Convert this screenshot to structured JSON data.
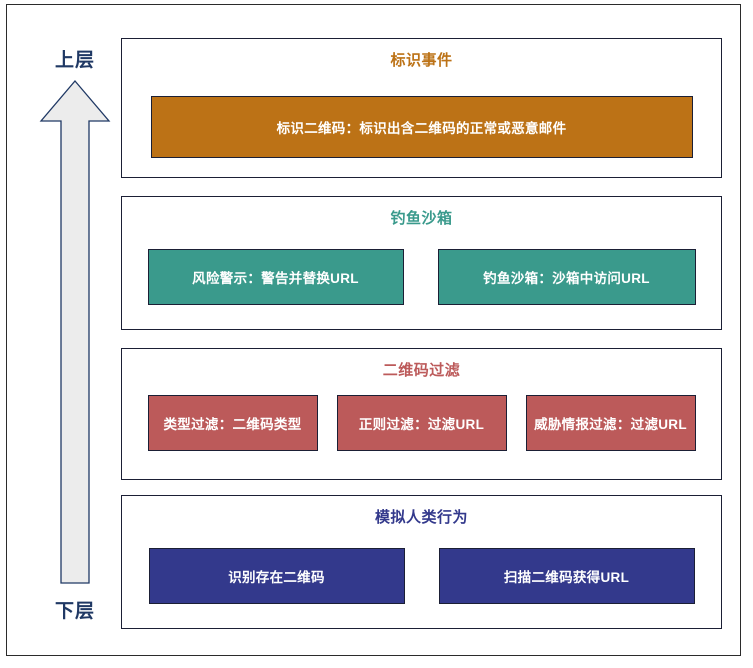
{
  "axis": {
    "top_label": "上层",
    "bottom_label": "下层",
    "arrow_icon": "up-arrow-icon",
    "arrow_fill": "#ECECEC",
    "arrow_stroke": "#1F3864",
    "label_color": "#1F3864"
  },
  "sections": [
    {
      "id": "identify",
      "title": "标识事件",
      "color": "#BC7216",
      "nodes": [
        {
          "label": "标识二维码：标识出含二维码的正常或恶意邮件"
        }
      ]
    },
    {
      "id": "sandbox",
      "title": "钓鱼沙箱",
      "color": "#3A9A8C",
      "nodes": [
        {
          "label": "风险警示：警告并替换URL"
        },
        {
          "label": "钓鱼沙箱：沙箱中访问URL"
        }
      ]
    },
    {
      "id": "filter",
      "title": "二维码过滤",
      "color": "#BC5A5A",
      "nodes": [
        {
          "label": "类型过滤：二维码类型"
        },
        {
          "label": "正则过滤：过滤URL"
        },
        {
          "label": "威胁情报过滤：过滤URL"
        }
      ]
    },
    {
      "id": "human",
      "title": "模拟人类行为",
      "color": "#33398C",
      "nodes": [
        {
          "label": "识别存在二维码"
        },
        {
          "label": "扫描二维码获得URL"
        }
      ]
    }
  ]
}
